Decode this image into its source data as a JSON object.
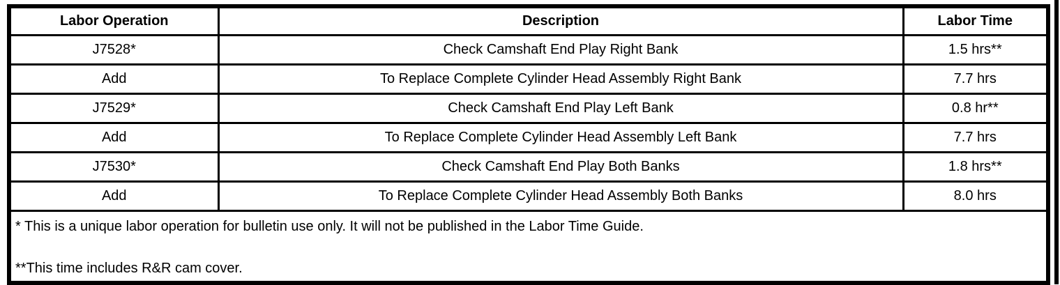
{
  "colors": {
    "border": "#000000",
    "background": "#ffffff",
    "text": "#000000"
  },
  "table": {
    "columns": [
      {
        "label": "Labor Operation"
      },
      {
        "label": "Description"
      },
      {
        "label": "Labor Time"
      }
    ],
    "rows": [
      {
        "operation": "J7528*",
        "description": "Check Camshaft End Play Right Bank",
        "time": "1.5 hrs**"
      },
      {
        "operation": "Add",
        "description": "To Replace Complete Cylinder Head Assembly Right Bank",
        "time": "7.7 hrs"
      },
      {
        "operation": "J7529*",
        "description": "Check Camshaft End Play Left Bank",
        "time": "0.8 hr**"
      },
      {
        "operation": "Add",
        "description": "To Replace Complete Cylinder Head Assembly Left Bank",
        "time": "7.7 hrs"
      },
      {
        "operation": "J7530*",
        "description": "Check Camshaft End Play Both Banks",
        "time": "1.8 hrs**"
      },
      {
        "operation": "Add",
        "description": "To Replace Complete Cylinder Head Assembly Both Banks",
        "time": "8.0 hrs"
      }
    ],
    "footnotes": [
      "* This is a unique labor operation for bulletin use only. It will not be published in the Labor Time Guide.",
      "**This time includes R&R cam cover."
    ]
  }
}
